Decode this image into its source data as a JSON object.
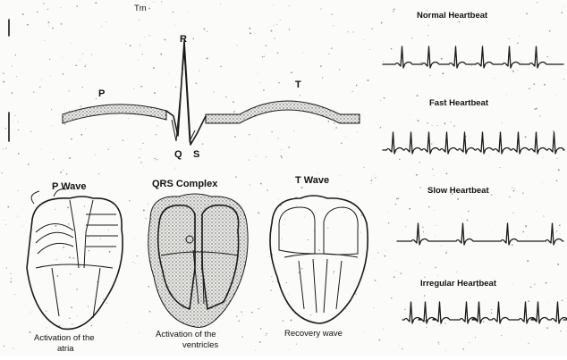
{
  "ecg_diagram": {
    "top_mark": "Tm",
    "waves": {
      "p": "P",
      "q": "Q",
      "r": "R",
      "s": "S",
      "t": "T"
    }
  },
  "heart_panels": [
    {
      "title": "P Wave",
      "caption_line1": "Activation of the",
      "caption_line2": "atria"
    },
    {
      "title": "QRS Complex",
      "caption_line1": "Activation of the",
      "caption_line2": "ventricles"
    },
    {
      "title": "T Wave",
      "caption_line1": "Recovery wave",
      "caption_line2": ""
    }
  ],
  "rhythm_strips": [
    {
      "title": "Normal Heartbeat",
      "pattern": "normal"
    },
    {
      "title": "Fast Heartbeat",
      "pattern": "fast"
    },
    {
      "title": "Slow Heartbeat",
      "pattern": "slow"
    },
    {
      "title": "Irregular Heartbeat",
      "pattern": "irregular"
    }
  ],
  "colors": {
    "ink": "#1a1a1a",
    "paper": "#fbfbf9",
    "speckle": "#9a9a9a"
  }
}
